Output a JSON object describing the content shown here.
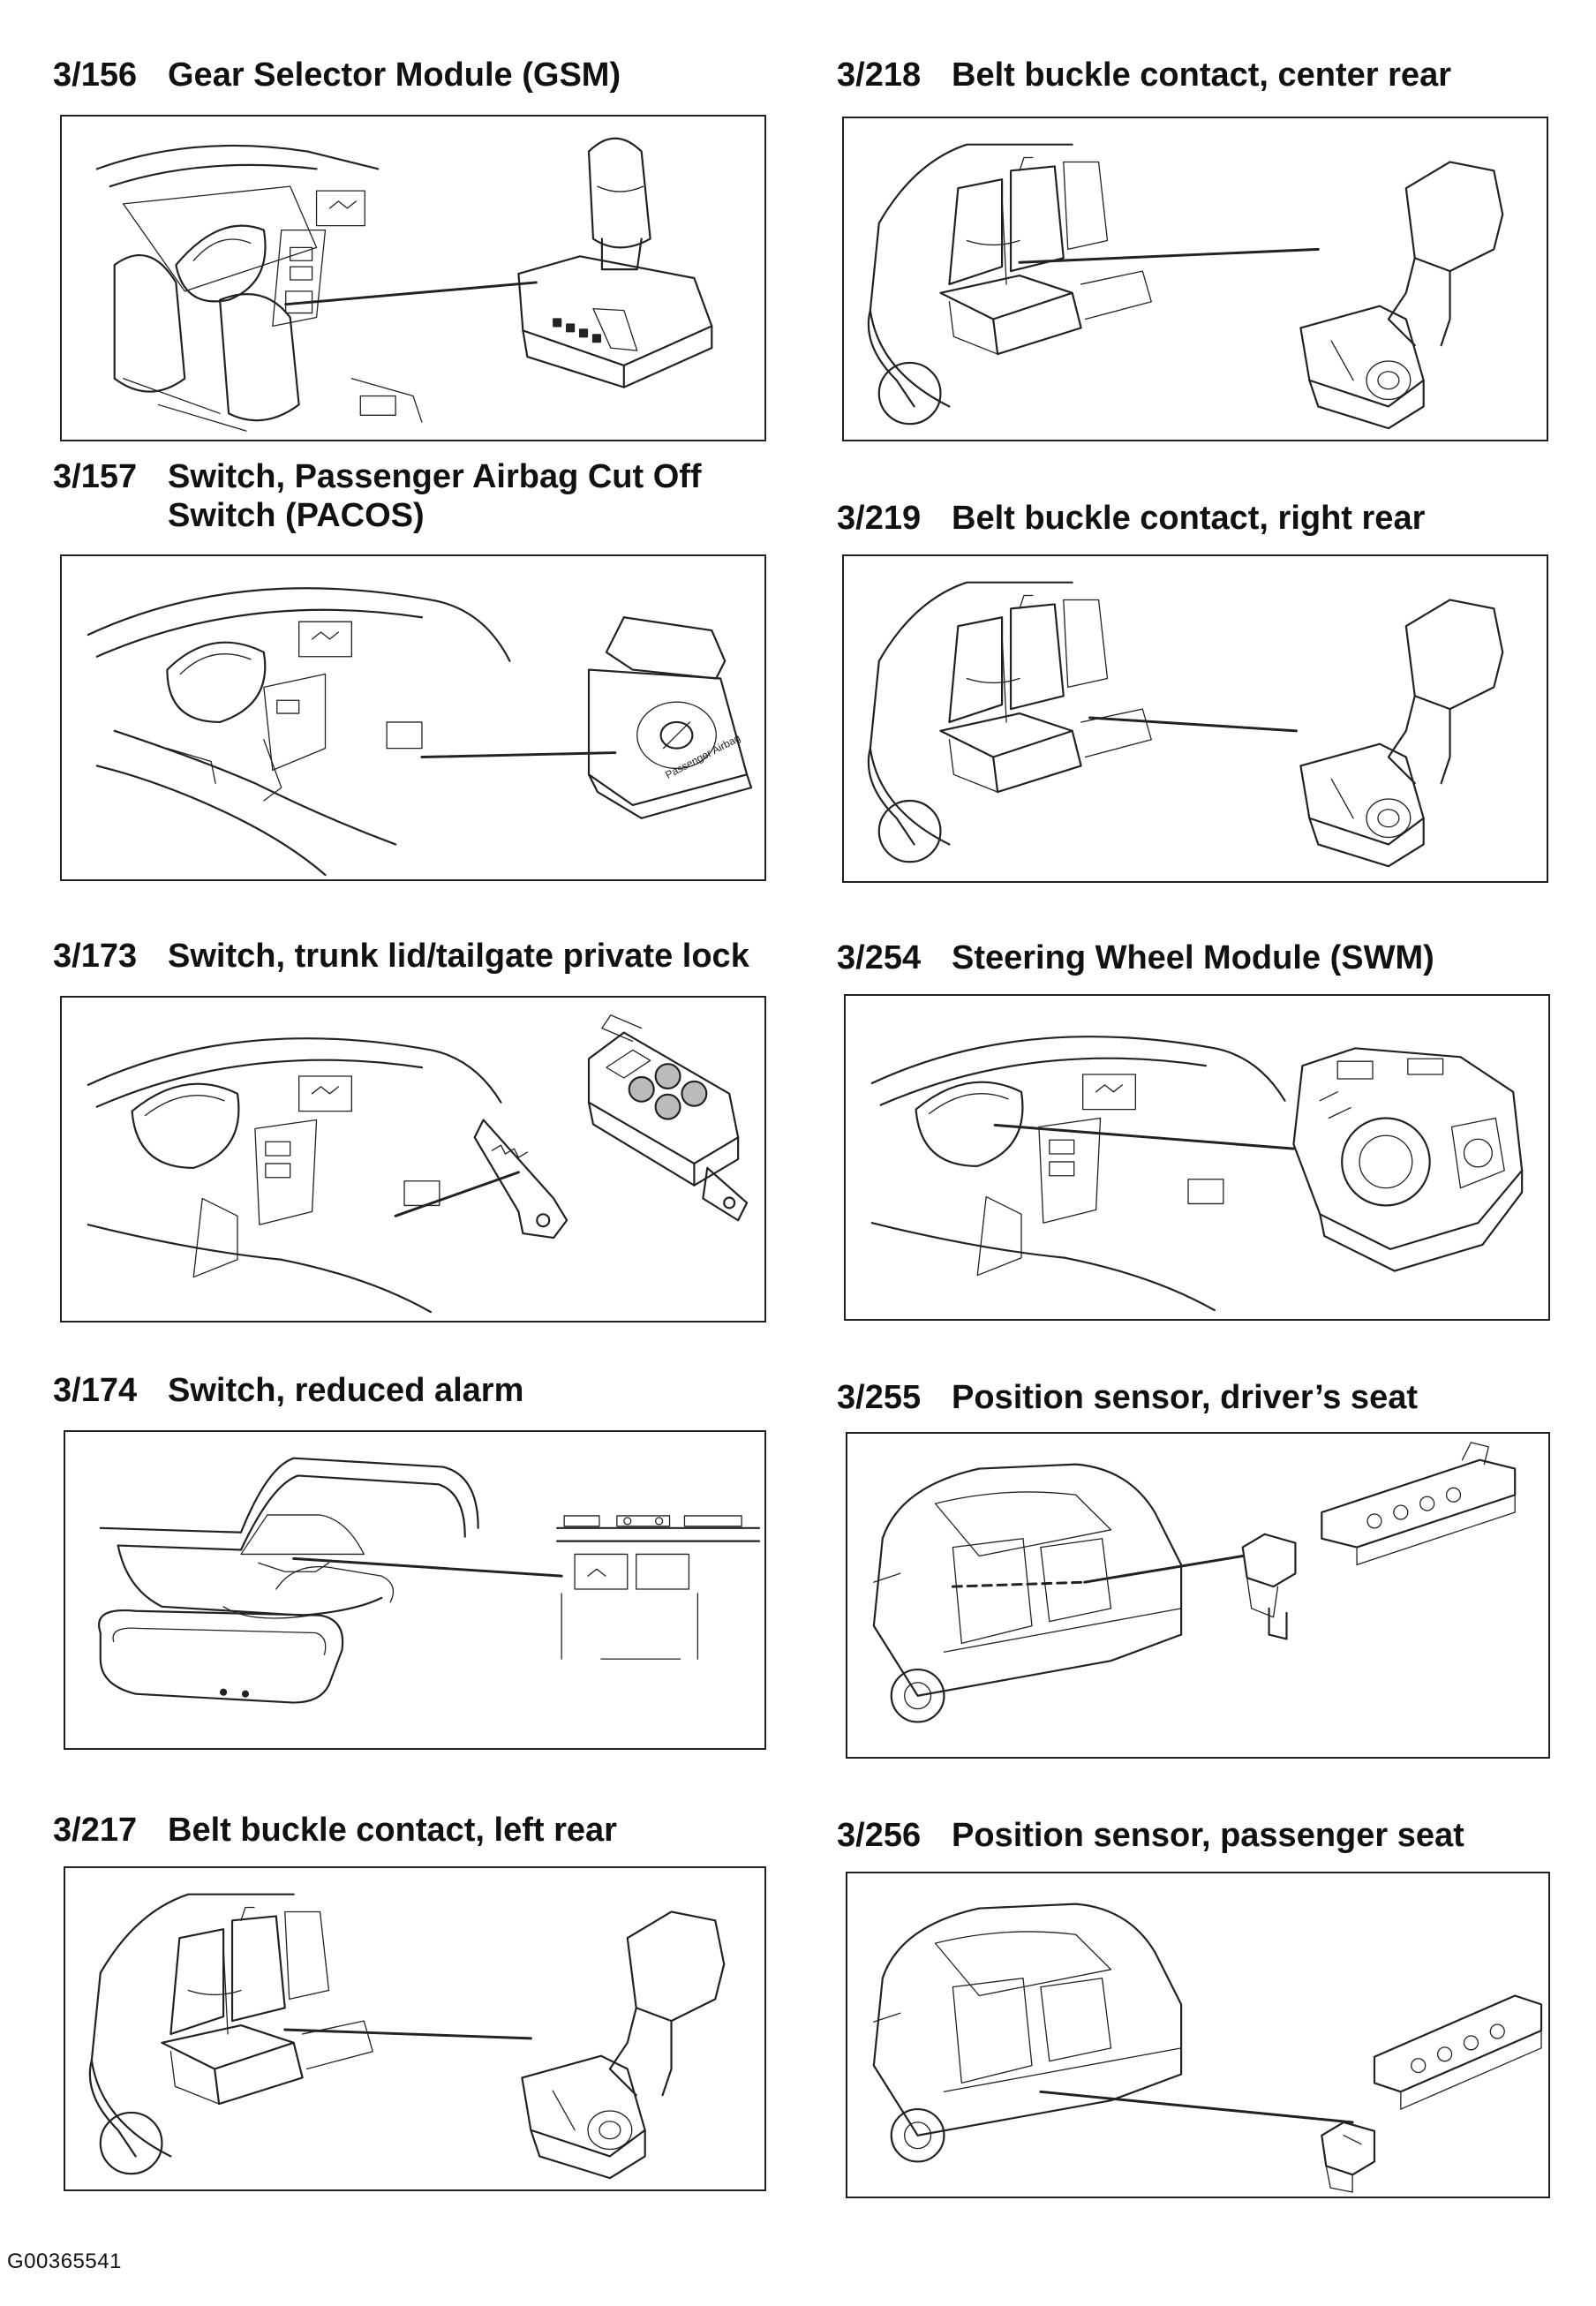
{
  "items": [
    {
      "code": "3/156",
      "title": "Gear Selector Module (GSM)",
      "illustration": "gear-selector-illustration"
    },
    {
      "code": "3/157",
      "title": "Switch, Passenger Airbag Cut Off Switch (PACOS)",
      "illustration": "pacos-switch-illustration",
      "label_on_part": "Passenger Airbag"
    },
    {
      "code": "3/173",
      "title": "Switch, trunk lid/tailgate private lock",
      "illustration": "private-lock-illustration"
    },
    {
      "code": "3/174",
      "title": "Switch, reduced alarm",
      "illustration": "reduced-alarm-illustration"
    },
    {
      "code": "3/217",
      "title": "Belt buckle contact, left rear",
      "illustration": "belt-buckle-illustration"
    },
    {
      "code": "3/218",
      "title": "Belt buckle contact, center rear",
      "illustration": "belt-buckle-illustration"
    },
    {
      "code": "3/219",
      "title": "Belt buckle contact, right rear",
      "illustration": "belt-buckle-illustration"
    },
    {
      "code": "3/254",
      "title": "Steering Wheel Module (SWM)",
      "illustration": "steering-module-illustration"
    },
    {
      "code": "3/255",
      "title": "Position sensor, driver’s seat",
      "illustration": "position-sensor-illustration"
    },
    {
      "code": "3/256",
      "title": "Position sensor, passenger seat",
      "illustration": "position-sensor-illustration"
    }
  ],
  "document_id": "G00365541"
}
